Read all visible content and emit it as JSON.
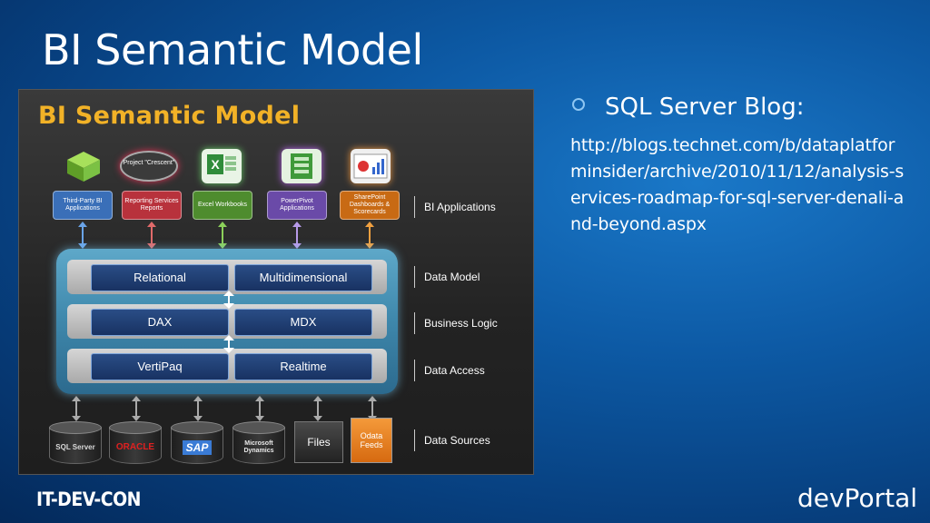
{
  "slide": {
    "title": "BI Semantic Model"
  },
  "diagram": {
    "title": "BI Semantic Model",
    "apps": [
      {
        "label": "Third-Party BI Applications",
        "color": "#3a6fb8",
        "icon": "cube-icon",
        "icon_color": "#7bc144"
      },
      {
        "label": "Reporting Services Reports",
        "color": "#b8323c",
        "icon": "crescent-icon",
        "icon_color": "#3b3b3b",
        "icon_text": "Project \"Crescent\""
      },
      {
        "label": "Excel Workbooks",
        "color": "#4e8c2e",
        "icon": "excel-icon",
        "icon_color": "#2f8c3a"
      },
      {
        "label": "PowerPivot Applications",
        "color": "#6a4aa8",
        "icon": "powerpivot-icon",
        "icon_color": "#3f9a3a"
      },
      {
        "label": "SharePoint Dashboards & Scorecards",
        "color": "#c86a14",
        "icon": "dashboard-icon",
        "icon_color": "#d9d9d9"
      }
    ],
    "layers": [
      {
        "label": "BI Applications"
      },
      {
        "label": "Data Model"
      },
      {
        "label": "Business Logic"
      },
      {
        "label": "Data Access"
      },
      {
        "label": "Data Sources"
      }
    ],
    "rows": [
      [
        "Relational",
        "Multidimensional"
      ],
      [
        "DAX",
        "MDX"
      ],
      [
        "VertiPaq",
        "Realtime"
      ]
    ],
    "sources": [
      {
        "label": "SQL Server",
        "color": "#d8d8d8"
      },
      {
        "label": "ORACLE",
        "color": "#e02020"
      },
      {
        "label": "SAP",
        "color": "#3a7bd5"
      },
      {
        "label": "Microsoft Dynamics",
        "color": "#e8e8e8"
      },
      {
        "label": "Files",
        "color": "#ffffff"
      },
      {
        "label": "Odata Feeds",
        "color": "#ffffff"
      }
    ]
  },
  "bullet": {
    "heading": "SQL Server Blog:",
    "url": "http://blogs.technet.com/b/dataplatforminsider/archive/2010/11/12/analysis-services-roadmap-for-sql-server-denali-and-beyond.aspx"
  },
  "footer": {
    "left": "IT-DEV-CON",
    "right": "devPortal"
  }
}
